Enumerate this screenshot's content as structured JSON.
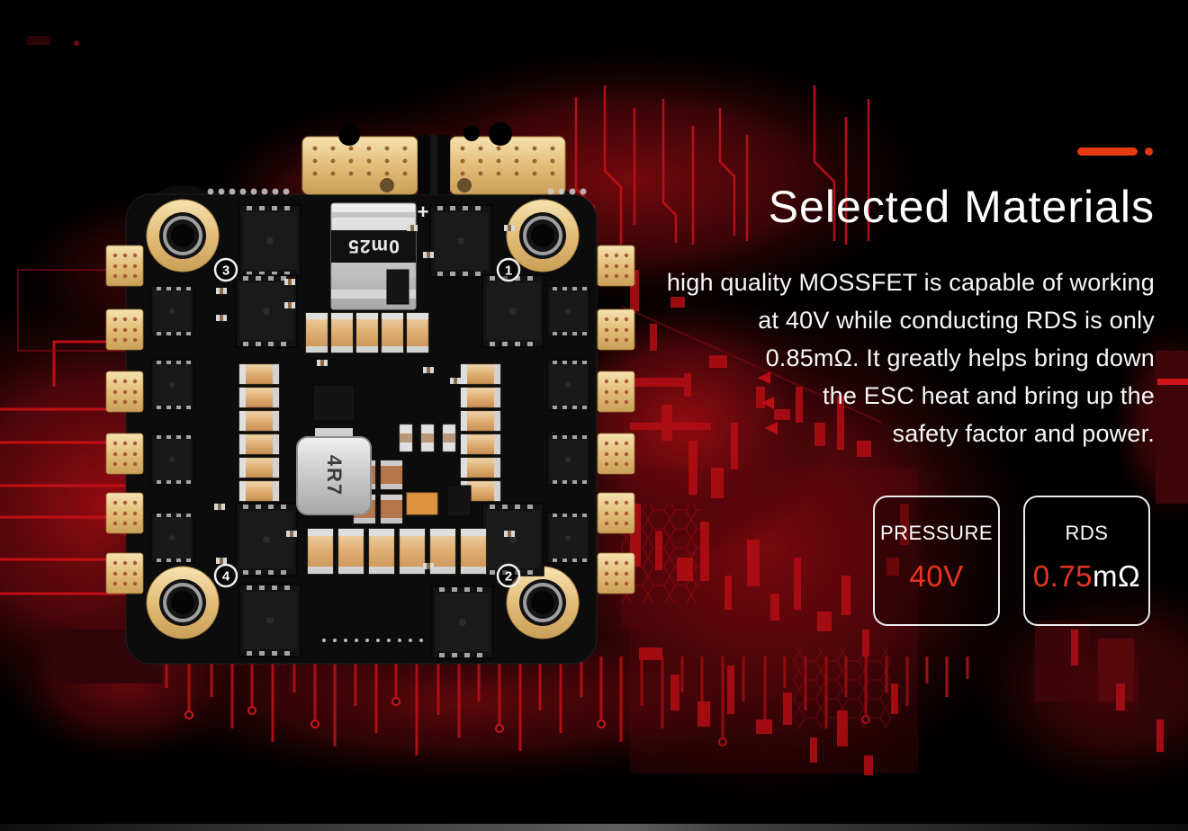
{
  "colors": {
    "accent_red": "#e83a10",
    "value_red": "#e63422",
    "trace_red": "#c01016",
    "pad_gold": "#e3bd79"
  },
  "hero": {
    "heading": "Selected Materials"
  },
  "paragraph": {
    "lines": [
      "high quality MOSSFET is capable of working",
      "at 40V while conducting RDS is only",
      "0.85mΩ. It greatly helps bring down",
      "the ESC heat and bring up the",
      "safety factor and power."
    ]
  },
  "spec_cards": [
    {
      "label": "PRESSURE",
      "value_red": "40V",
      "value_unit": ""
    },
    {
      "label": "RDS",
      "value_red": "0.75",
      "value_unit": "mΩ"
    }
  ],
  "board_photo": {
    "shunt_marking": "0m25",
    "inductor_marking": "4R7",
    "polarity_marking": "+",
    "corner_labels": [
      "3",
      "1",
      "4",
      "2"
    ]
  }
}
